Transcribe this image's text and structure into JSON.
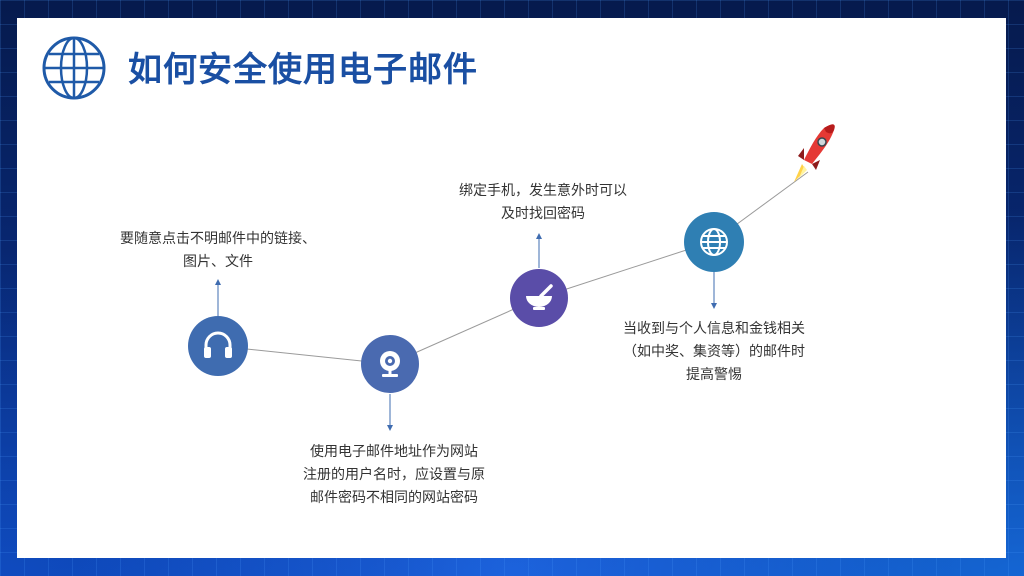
{
  "slide": {
    "title": "如何安全使用电子邮件"
  },
  "steps": [
    {
      "icon": "headphones-icon",
      "color": "#3f6cb0",
      "lines": [
        "要随意点击不明邮件中的链接、",
        "图片、文件"
      ]
    },
    {
      "icon": "webcam-icon",
      "color": "#4a6ab0",
      "lines": [
        "使用电子邮件地址作为网站",
        "注册的用户名时，应设置与原",
        "邮件密码不相同的网站密码"
      ]
    },
    {
      "icon": "mortar-icon",
      "color": "#5a4da8",
      "lines": [
        "绑定手机，发生意外时可以",
        "及时找回密码"
      ]
    },
    {
      "icon": "globe-icon",
      "color": "#2f7fb3",
      "lines": [
        "当收到与个人信息和金钱相关",
        "（如中奖、集资等）的邮件时",
        "提高警惕"
      ]
    }
  ],
  "colors": {
    "title": "#1a4fa3",
    "line": "#9a9a9a",
    "arrow": "#3f6cb0"
  }
}
